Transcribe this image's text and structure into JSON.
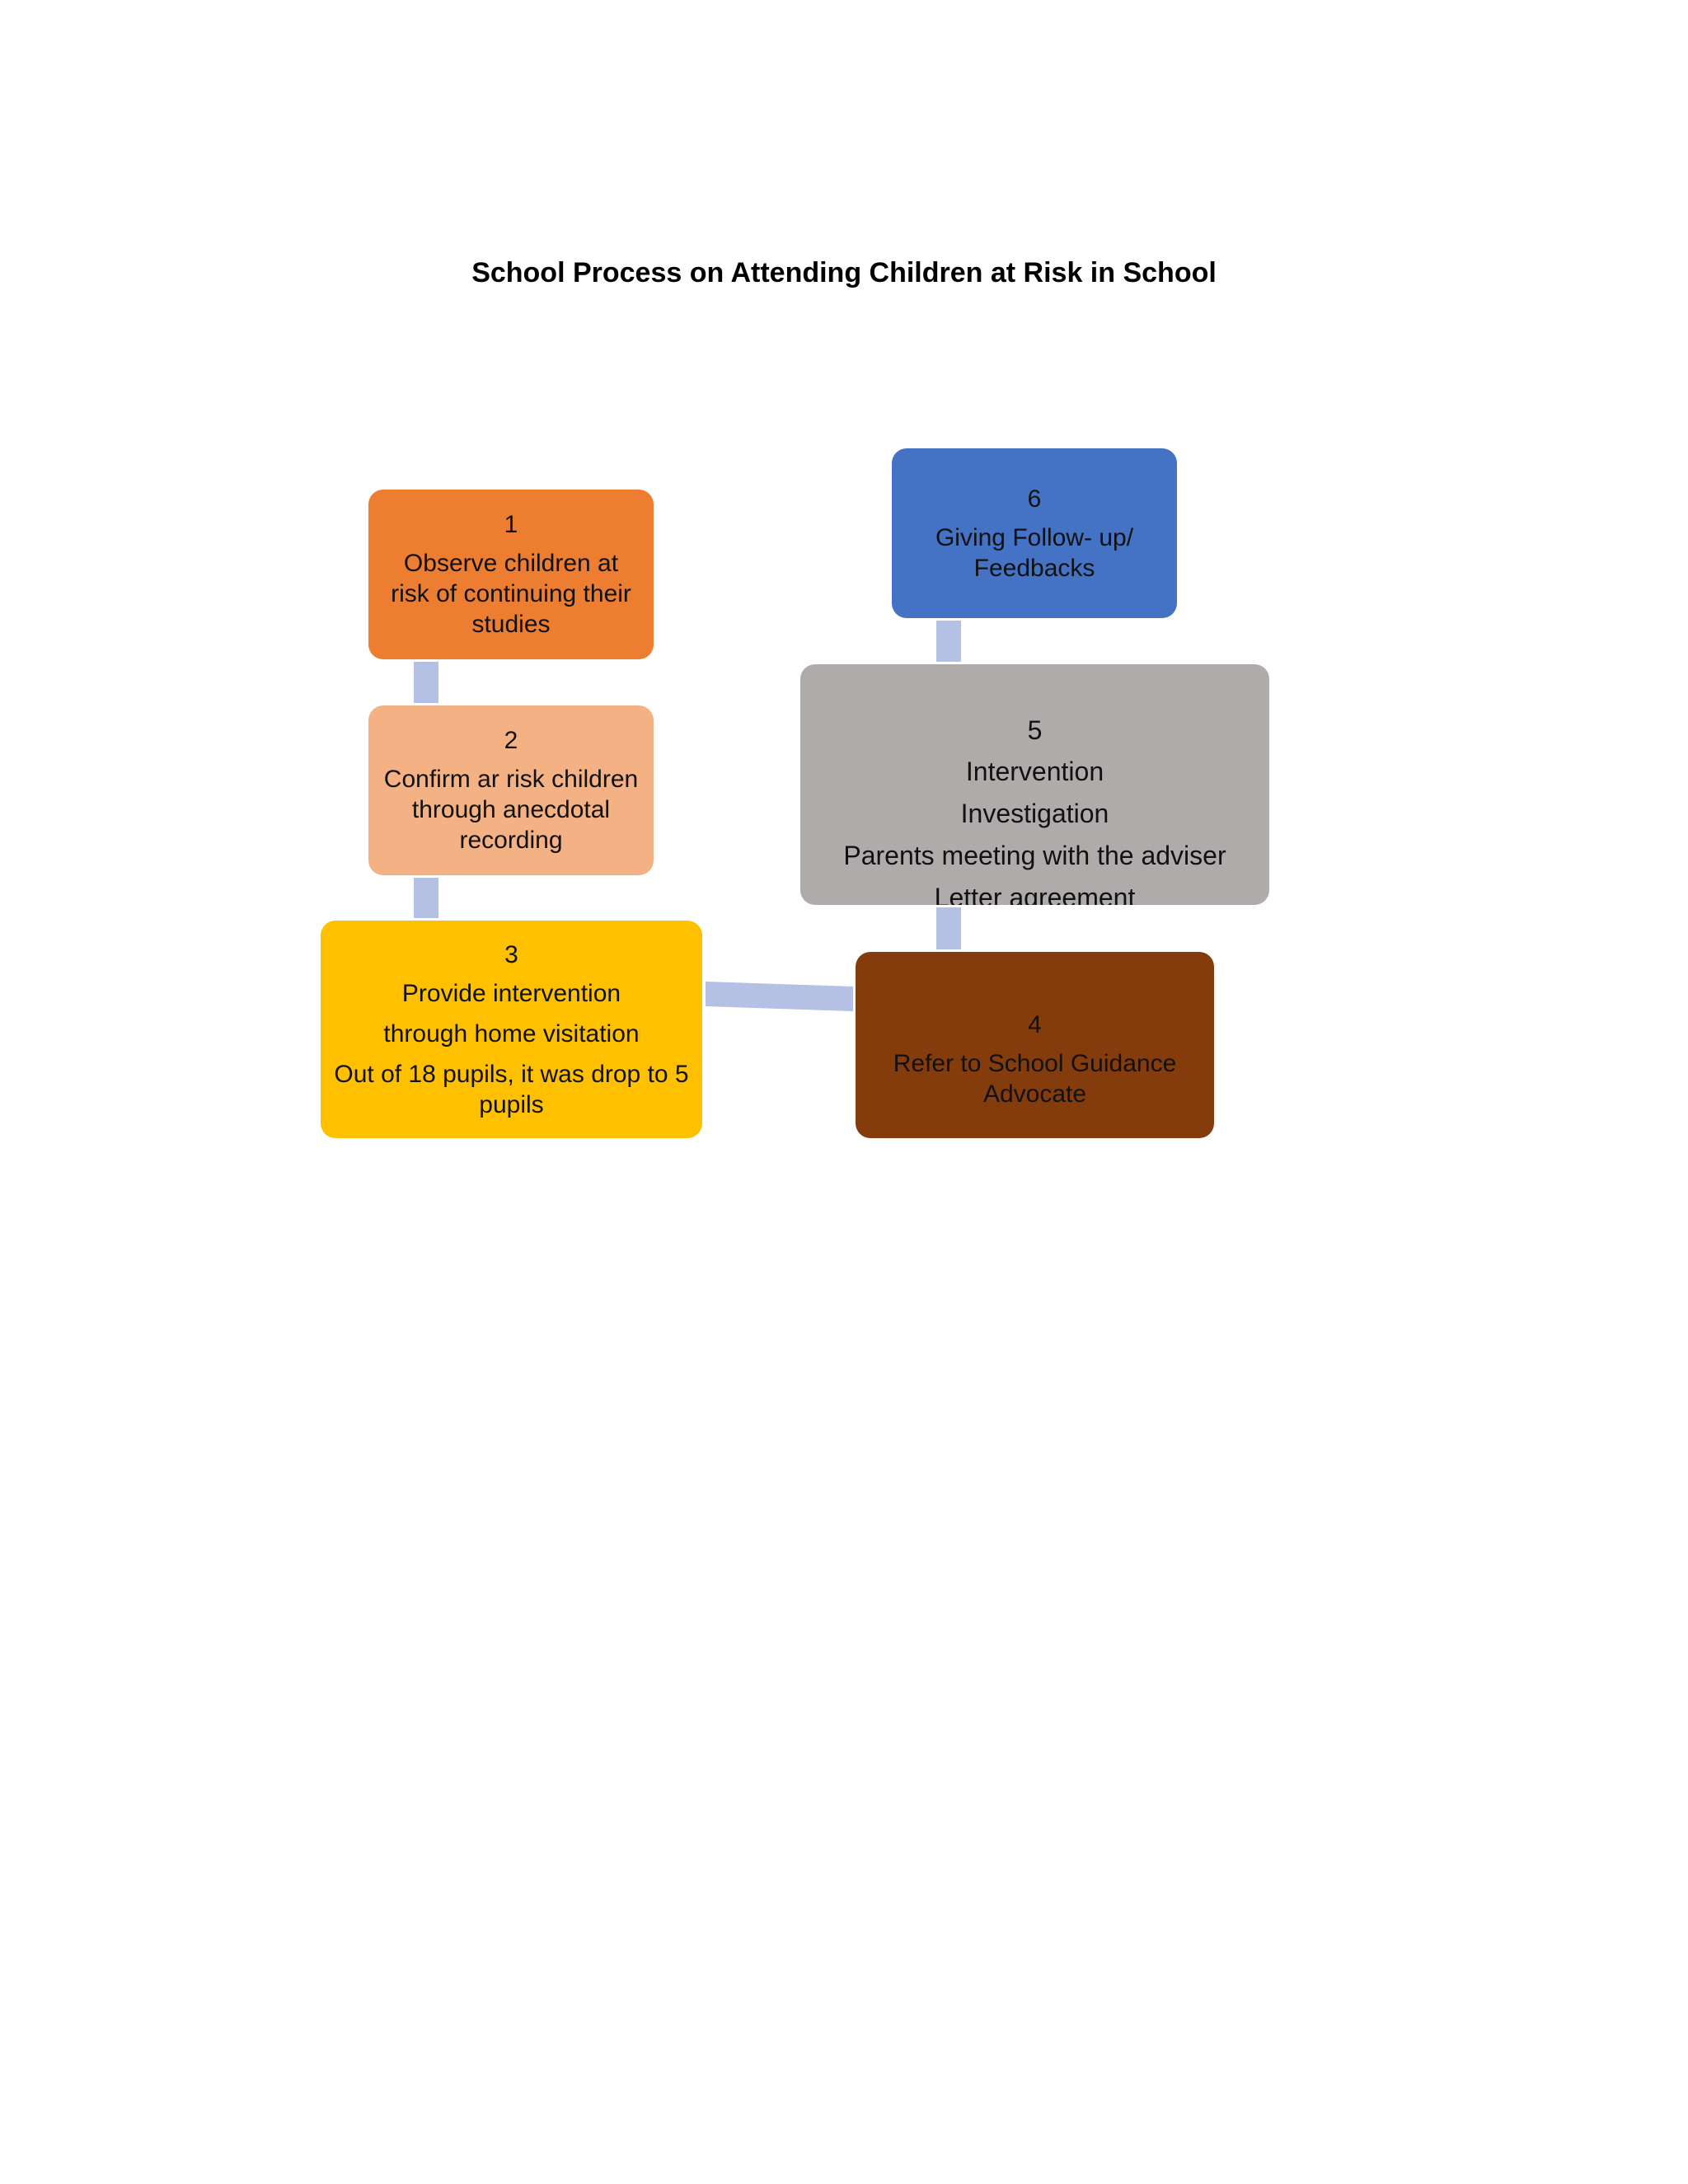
{
  "title": "School Process on Attending Children at Risk in School",
  "colors": {
    "step_1": "#ED7D31",
    "step_2": "#F4B183",
    "step_3": "#FFC000",
    "step_4": "#843C0C",
    "step_5": "#AFABAB",
    "step_6": "#4472C4",
    "connector": "#B4C0E4"
  },
  "steps": [
    {
      "number": "1",
      "lines": [
        "Observe children at risk of continuing their studies"
      ]
    },
    {
      "number": "2",
      "lines": [
        "Confirm ar risk children through anecdotal recording"
      ]
    },
    {
      "number": "3",
      "lines": [
        "Provide intervention",
        "through home visitation",
        "Out of 18 pupils, it was drop to 5 pupils"
      ]
    },
    {
      "number": "4",
      "lines": [
        "Refer to School Guidance Advocate"
      ]
    },
    {
      "number": "5",
      "lines": [
        "Intervention",
        "Investigation",
        "Parents meeting with the adviser",
        "Letter agreement"
      ]
    },
    {
      "number": "6",
      "lines": [
        "Giving Follow- up/ Feedbacks"
      ]
    }
  ]
}
